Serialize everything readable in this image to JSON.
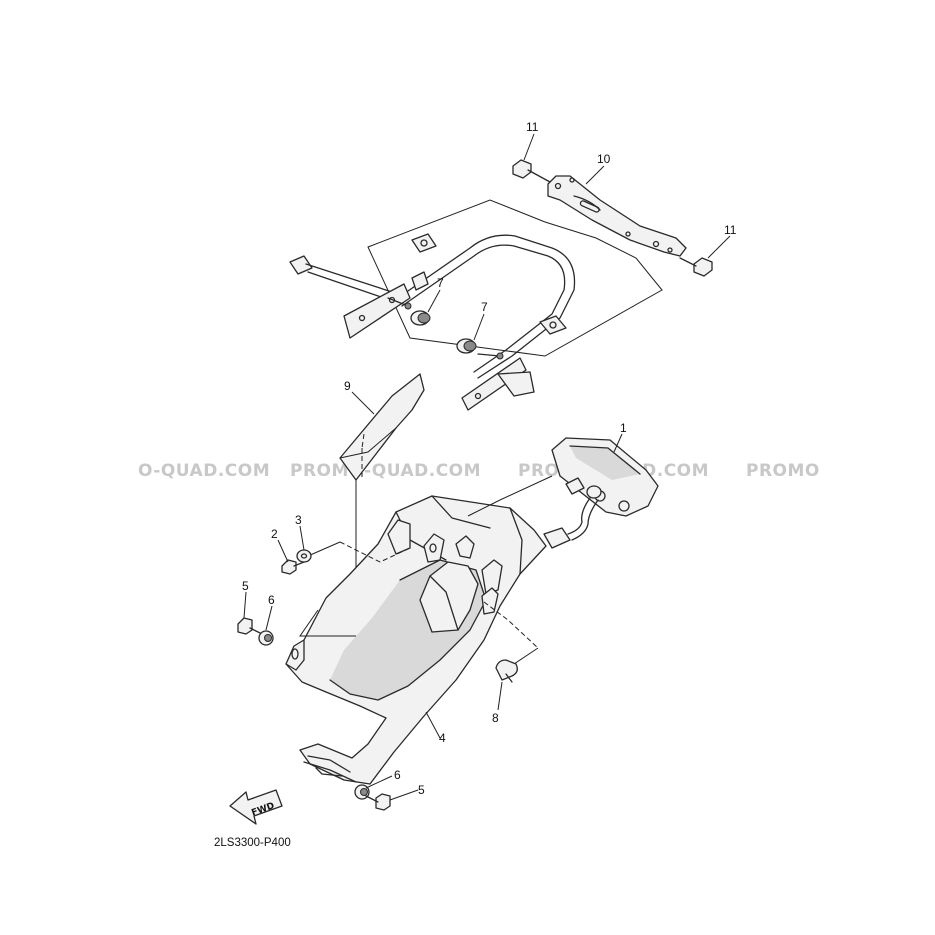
{
  "diagram": {
    "drawing_code": "2LS3300-P400",
    "forward_label": "FWD",
    "watermark": "PROMO-QUAD.COM",
    "watermark_left_fragment": "O-QUAD.COM",
    "watermark_right_fragment": "PROMO",
    "callouts": [
      "1",
      "2",
      "3",
      "4",
      "5",
      "6",
      "7",
      "8",
      "9",
      "10",
      "11"
    ],
    "callout_instances": [
      {
        "label": "11"
      },
      {
        "label": "10"
      },
      {
        "label": "11"
      },
      {
        "label": "7"
      },
      {
        "label": "7"
      },
      {
        "label": "9"
      },
      {
        "label": "1"
      },
      {
        "label": "2"
      },
      {
        "label": "3"
      },
      {
        "label": "5"
      },
      {
        "label": "6"
      },
      {
        "label": "8"
      },
      {
        "label": "4"
      },
      {
        "label": "6"
      },
      {
        "label": "5"
      }
    ],
    "colors": {
      "line": "#2a2a2a",
      "watermark": "#c8c8c8",
      "background": "#ffffff"
    }
  }
}
